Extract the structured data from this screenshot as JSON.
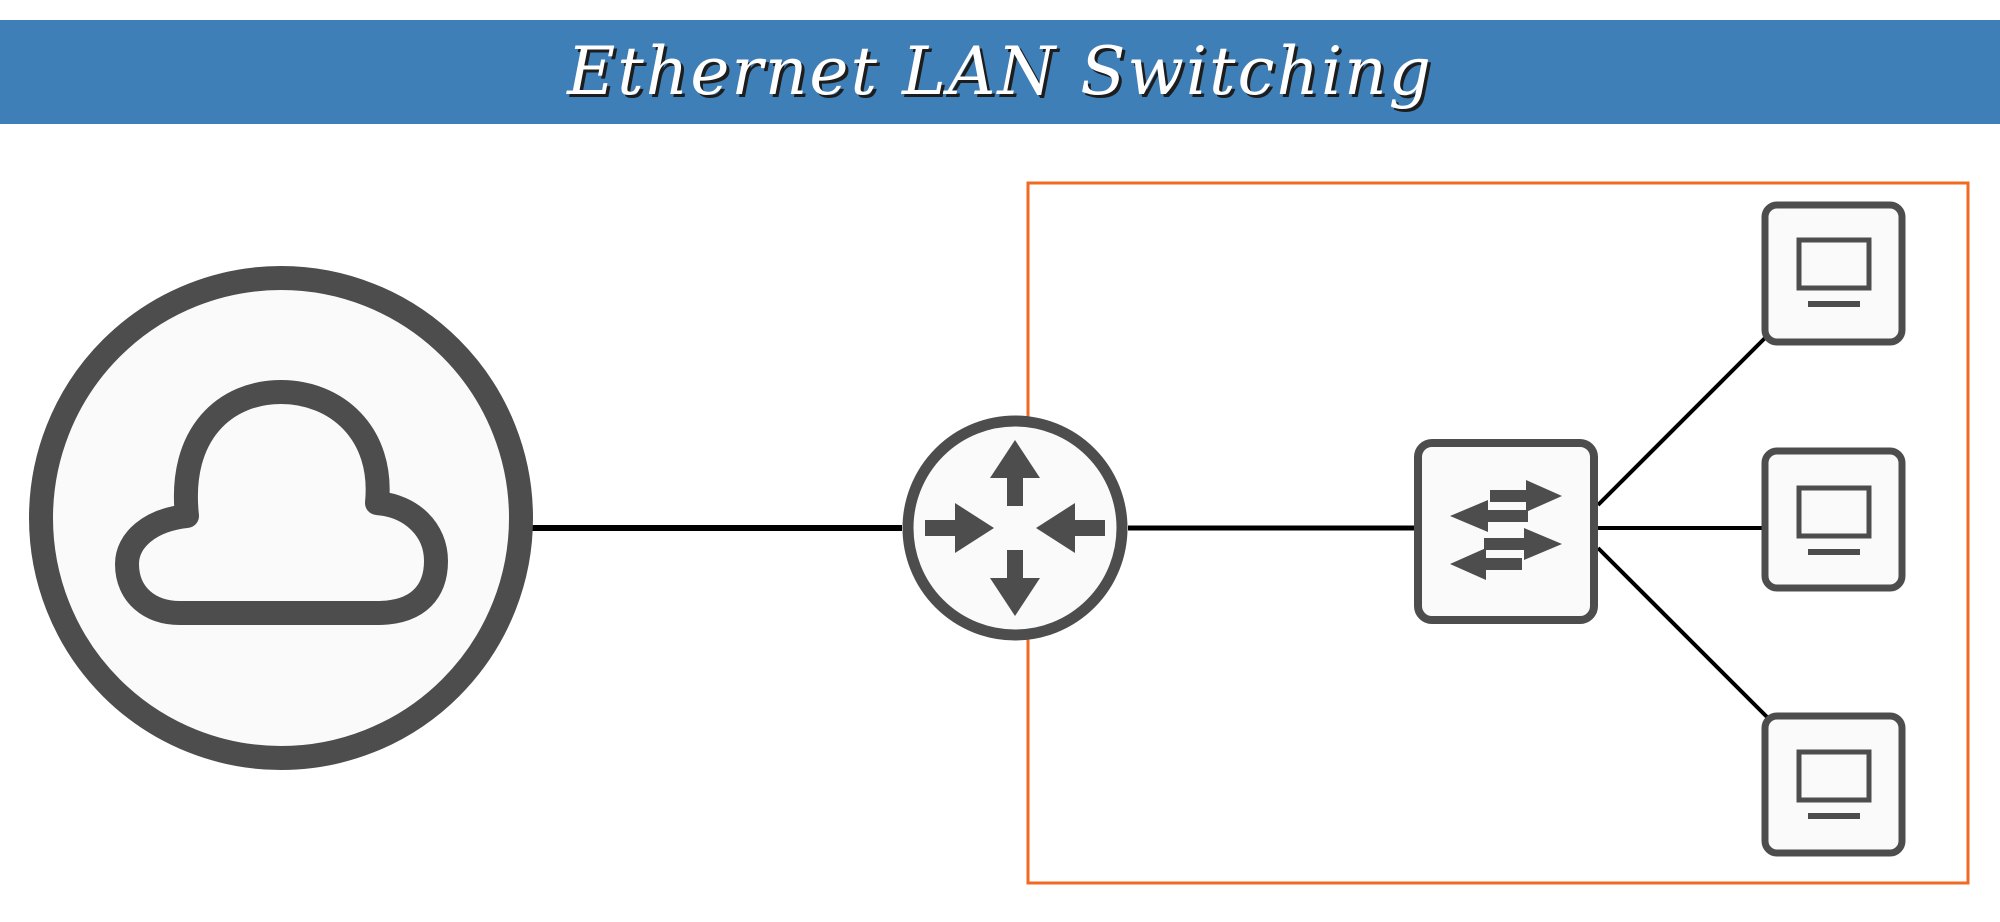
{
  "header": {
    "title": "Ethernet LAN Switching"
  },
  "colors": {
    "title_bar": "#3f7fb7",
    "title_text": "#ffffff",
    "icon_stroke": "#4d4d4d",
    "icon_fill": "#fafafa",
    "lan_boundary": "#f26a21",
    "link": "#000000"
  },
  "diagram": {
    "nodes": [
      {
        "id": "internet",
        "icon": "cloud-icon"
      },
      {
        "id": "router",
        "icon": "router-icon"
      },
      {
        "id": "switch",
        "icon": "switch-icon"
      },
      {
        "id": "pc-1",
        "icon": "computer-icon"
      },
      {
        "id": "pc-2",
        "icon": "computer-icon"
      },
      {
        "id": "pc-3",
        "icon": "computer-icon"
      }
    ],
    "links": [
      {
        "from": "internet",
        "to": "router"
      },
      {
        "from": "router",
        "to": "switch"
      },
      {
        "from": "switch",
        "to": "pc-1"
      },
      {
        "from": "switch",
        "to": "pc-2"
      },
      {
        "from": "switch",
        "to": "pc-3"
      }
    ],
    "groups": [
      {
        "id": "lan",
        "members": [
          "router",
          "switch",
          "pc-1",
          "pc-2",
          "pc-3"
        ]
      }
    ]
  }
}
